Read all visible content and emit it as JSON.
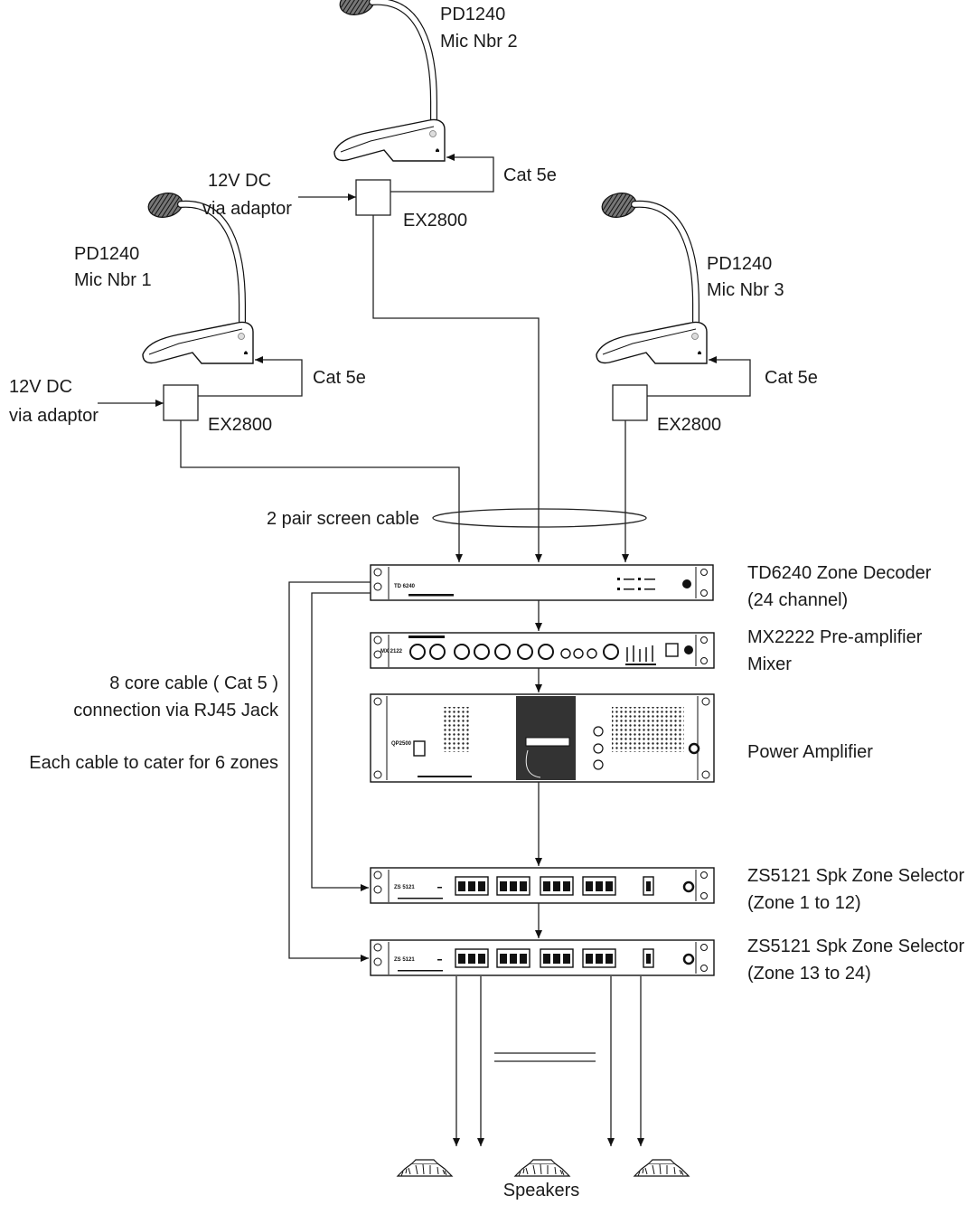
{
  "microphones": [
    {
      "model": "PD1240",
      "name": "Mic Nbr 1",
      "power_line1": "12V DC",
      "power_line2": "via adaptor",
      "cable": "Cat 5e",
      "extender": "EX2800"
    },
    {
      "model": "PD1240",
      "name": "Mic Nbr 2",
      "power_line1": "12V DC",
      "power_line2": "via adaptor",
      "cable": "Cat 5e",
      "extender": "EX2800"
    },
    {
      "model": "PD1240",
      "name": "Mic Nbr 3",
      "cable": "Cat 5e",
      "extender": "EX2800"
    }
  ],
  "bundle_label": "2 pair screen cable",
  "devices": {
    "decoder": {
      "line1": "TD6240 Zone Decoder",
      "line2": "(24 channel)",
      "panel_text": "TD 6240"
    },
    "mixer": {
      "line1": "MX2222 Pre-amplifier",
      "line2": "Mixer",
      "panel_text": "MX 2122"
    },
    "amplifier": {
      "line1": "Power Amplifier",
      "panel_text": "QP2500"
    },
    "selector1": {
      "line1": "ZS5121 Spk Zone Selector",
      "line2": "(Zone 1 to 12)",
      "panel_text": "ZS 5121"
    },
    "selector2": {
      "line1": "ZS5121 Spk Zone Selector",
      "line2": "(Zone 13 to 24)",
      "panel_text": "ZS 5121"
    }
  },
  "cable_note": {
    "line1": "8 core cable ( Cat 5 )",
    "line2": "connection via RJ45 Jack",
    "line3": "Each cable to cater for 6 zones"
  },
  "speakers_label": "Speakers"
}
